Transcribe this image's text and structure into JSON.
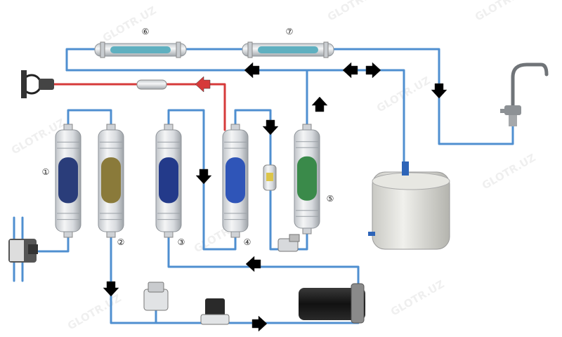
{
  "colors": {
    "water_pipe": "#4f8fd0",
    "hot_line": "#d63a3a",
    "arrow": "#000000",
    "filter_1_core": "#2a3d7a",
    "filter_2_core": "#8a7a3a",
    "filter_3_core": "#233a8a",
    "filter_4_core": "#2f55b8",
    "filter_5_core": "#3a8a4a",
    "filter_6_core": "#5fb0c0",
    "filter_7_core": "#5fb0c0"
  },
  "labels": {
    "filter_1": "①",
    "filter_2": "②",
    "filter_3": "③",
    "filter_4": "④",
    "filter_5": "⑤",
    "filter_6": "⑥",
    "filter_7": "⑦"
  },
  "watermark": "GLOTR.UZ",
  "icons": [
    "filter-cartridge-icon",
    "storage-tank-icon",
    "faucet-icon",
    "booster-pump-icon",
    "solenoid-valve-icon",
    "pressure-switch-icon",
    "feed-valve-icon",
    "flow-restrictor-icon",
    "check-valve-icon",
    "drain-saddle-icon",
    "flow-arrow-icon"
  ]
}
